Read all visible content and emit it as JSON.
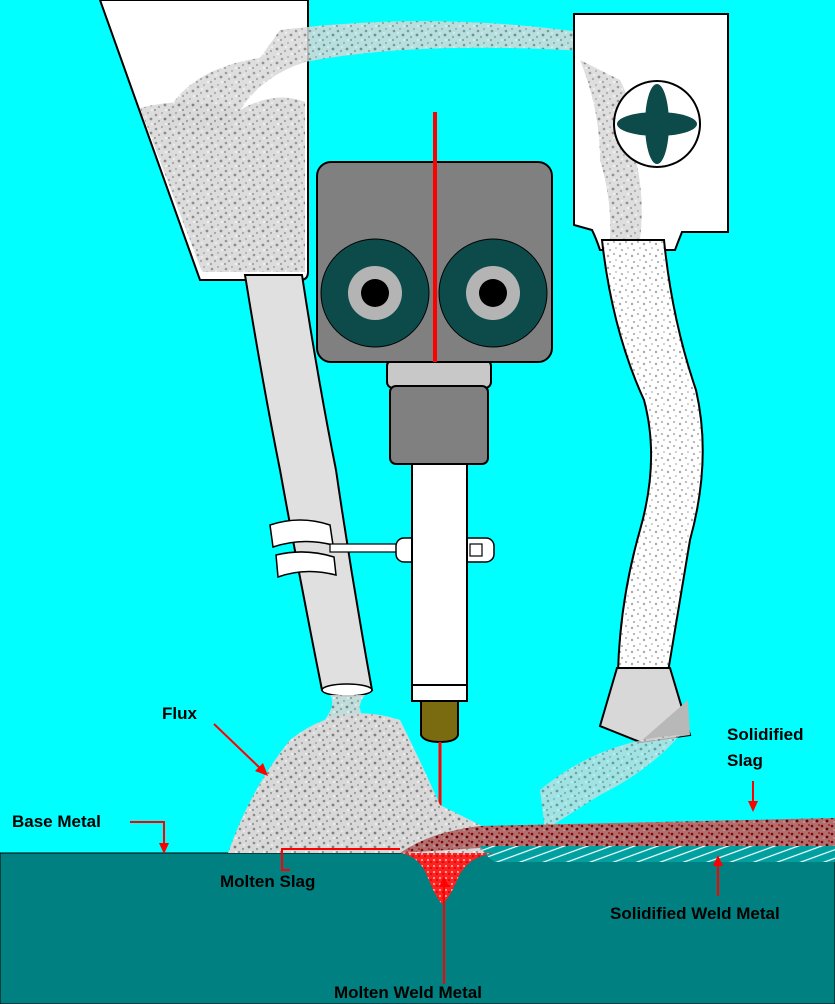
{
  "labels": {
    "flux": "Flux",
    "solidified_slag_line1": "Solidified",
    "solidified_slag_line2": "Slag",
    "base_metal": "Base Metal",
    "molten_slag": "Molten Slag",
    "solidified_weld_metal": "Solidified Weld Metal",
    "molten_weld_metal": "Molten Weld Metal"
  },
  "colors": {
    "background": "#00ffff",
    "base_metal": "#008080",
    "hopper": "#ffffff",
    "flux": "#c8c8c8",
    "drive_box": "#808080",
    "roller_outer": "#0d4a4a",
    "roller_ring": "#b4b4b4",
    "wire": "#ff0000",
    "contact_tip": "#7a6a10",
    "arrow": "#ff0000",
    "slag": "#8b0000"
  },
  "icons": {
    "hopper_valve": "cross-knob-icon",
    "rollers": "drive-roller-icon"
  }
}
